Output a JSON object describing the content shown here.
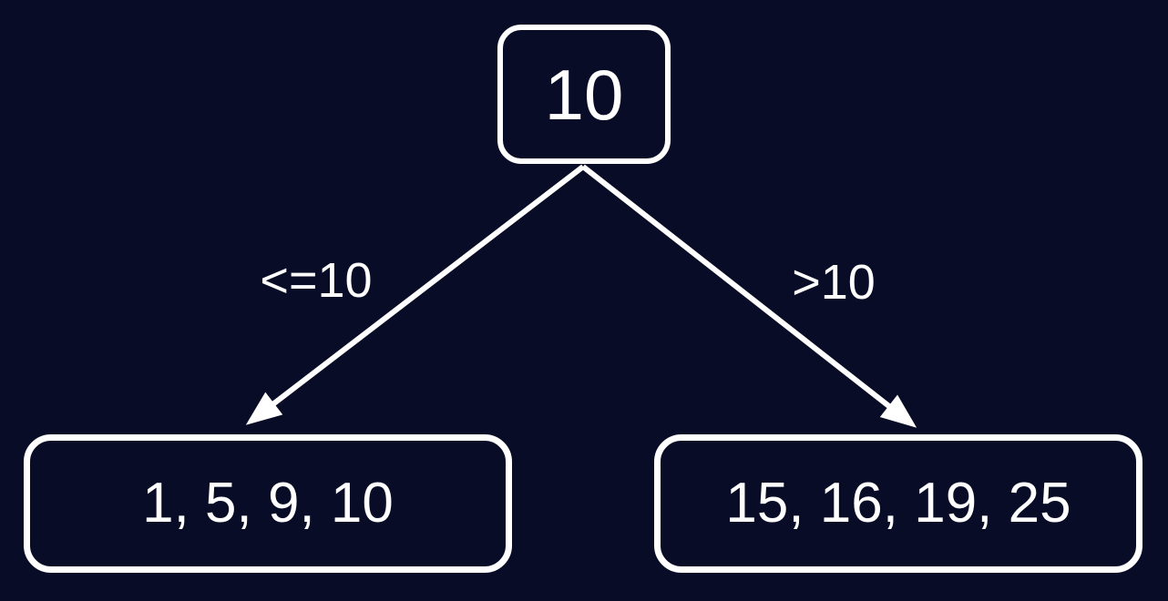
{
  "diagram": {
    "type": "binary-split-tree",
    "colors": {
      "background": "#080c26",
      "stroke": "#ffffff",
      "text": "#ffffff"
    },
    "root": {
      "label": "10"
    },
    "edges": [
      {
        "label": "<=10",
        "direction": "left"
      },
      {
        "label": ">10",
        "direction": "right"
      }
    ],
    "leaves": [
      {
        "label": "1, 5, 9, 10"
      },
      {
        "label": "15, 16, 19, 25"
      }
    ]
  }
}
